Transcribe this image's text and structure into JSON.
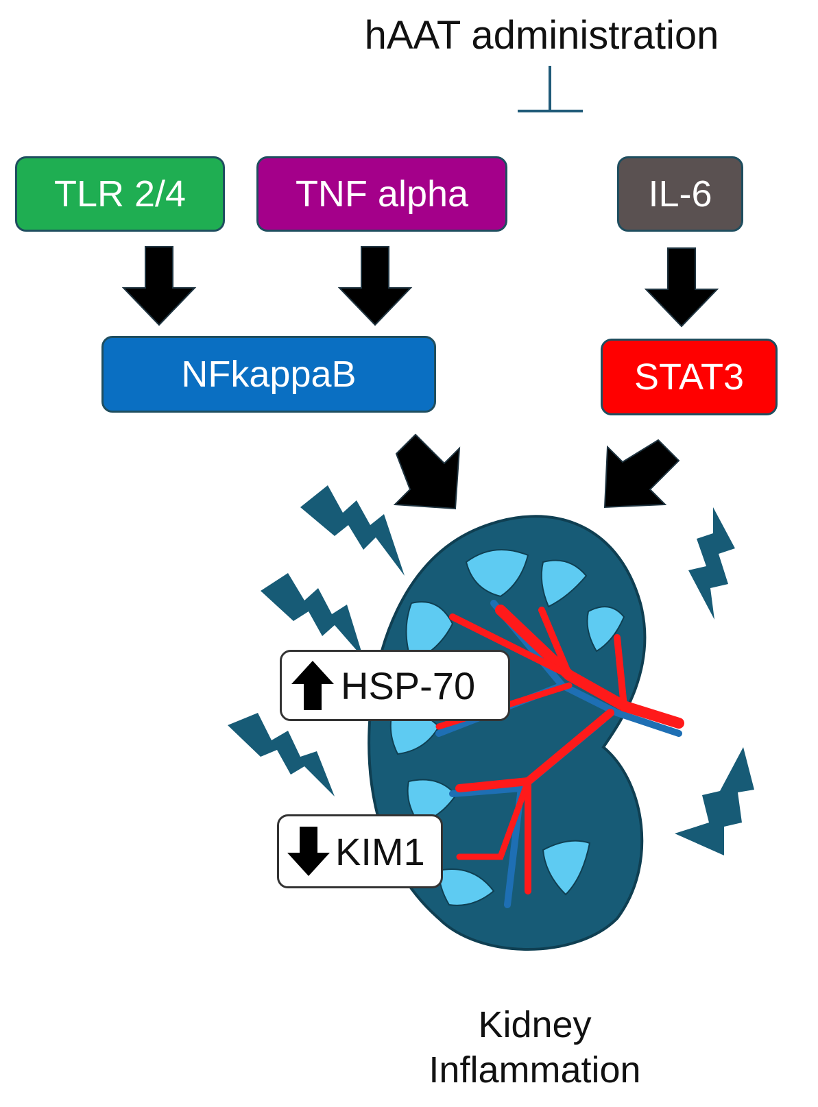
{
  "title": "hAAT administration",
  "nodes": {
    "tlr": {
      "label": "TLR 2/4",
      "color": "#1fae52"
    },
    "tnf": {
      "label": "TNF alpha",
      "color": "#a4008a"
    },
    "il6": {
      "label": "IL-6",
      "color": "#5a5151"
    },
    "nfkb": {
      "label": "NFkappaB",
      "color": "#0a6fc2"
    },
    "stat3": {
      "label": "STAT3",
      "color": "#ff0000"
    }
  },
  "markers": {
    "hsp70": {
      "label": "HSP-70",
      "direction": "up"
    },
    "kim1": {
      "label": "KIM1",
      "direction": "down"
    }
  },
  "caption": {
    "line1": "Kidney",
    "line2": "Inflammation"
  },
  "colors": {
    "kidney": "#175b76",
    "pyramid": "#5ecbf2",
    "vessel_red": "#ff1a1a",
    "vessel_blue": "#1e6fb4",
    "bolt": "#175b76"
  }
}
